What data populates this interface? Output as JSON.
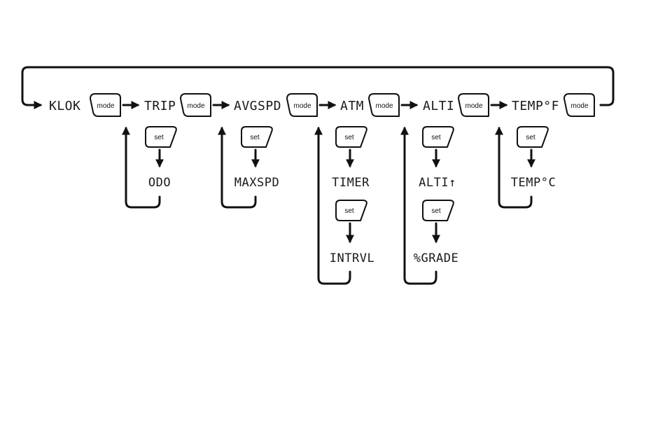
{
  "button_labels": {
    "mode": "mode",
    "set": "set"
  },
  "modes": {
    "klok": "KLOK",
    "trip": "TRIP",
    "avgspd": "AVGSPD",
    "atm": "ATM",
    "alti": "ALTI",
    "tempf": "TEMP°F"
  },
  "sub_modes": {
    "odo": "ODO",
    "maxspd": "MAXSPD",
    "timer": "TIMER",
    "intrvl": "INTRVL",
    "alti_up": "ALTI↑",
    "grade": "%GRADE",
    "tempc": "TEMP°C"
  },
  "colors": {
    "ink": "#111111",
    "background": "#ffffff"
  }
}
